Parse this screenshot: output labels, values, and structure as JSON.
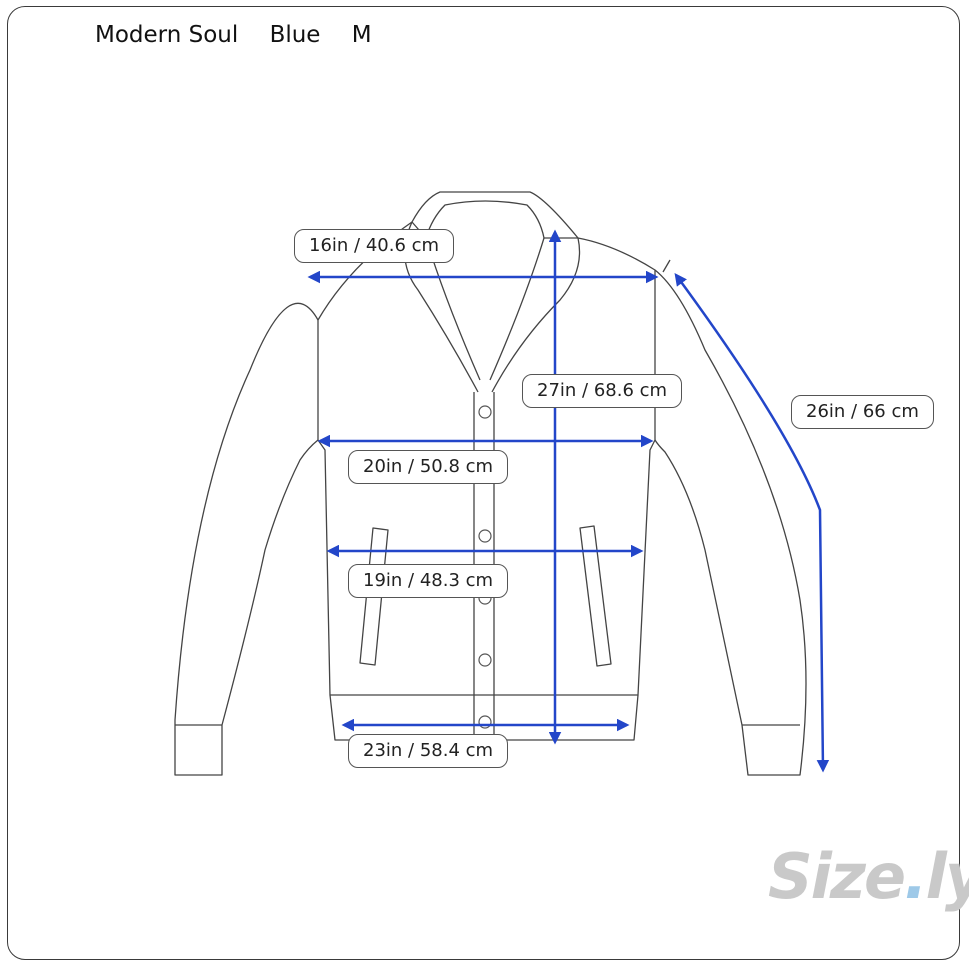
{
  "header": {
    "brand": "Modern Soul",
    "color": "Blue",
    "size": "M"
  },
  "measurements": {
    "shoulder": "16in / 40.6 cm",
    "length": "27in / 68.6 cm",
    "sleeve": "26in / 66 cm",
    "chest": "20in / 50.8 cm",
    "waist": "19in / 48.3 cm",
    "hem": "23in / 58.4 cm"
  },
  "logo": {
    "main": "Size",
    "dot": ".",
    "tail": "ly"
  },
  "colors": {
    "arrow": "#2346c9",
    "outline": "#444444",
    "logo": "#c9c9c9"
  }
}
